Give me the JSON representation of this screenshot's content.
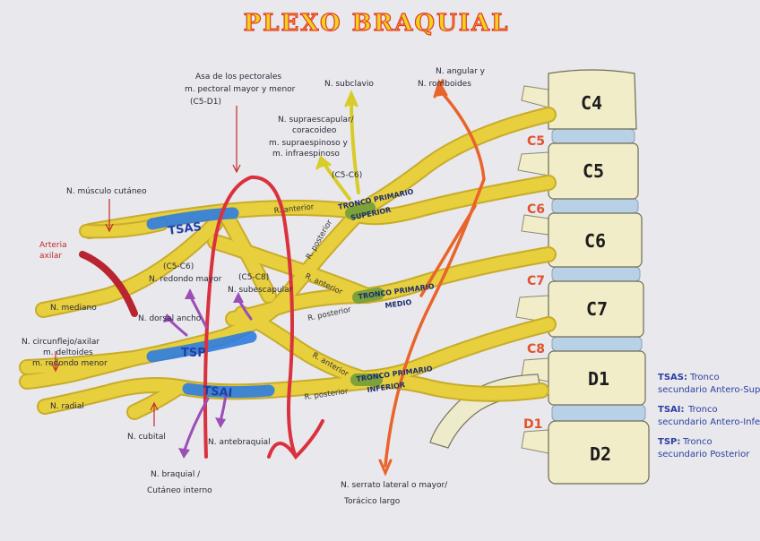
{
  "title": "PLEXO BRAQUIAL",
  "colors": {
    "paper": "#e9e8ec",
    "nerve": "#e7cf3e",
    "nerve_shade": "#c8ac2a",
    "posterior_cord": "#2e7ce0",
    "trunk_green": "#6a9a3a",
    "artery": "#d9323e",
    "orange_nerve": "#e9642b",
    "purple_nerve": "#9b4fb6",
    "vertebra": "#f1edc9",
    "disc": "#b9d1e6",
    "root_label": "#e0532d",
    "title_fill": "#f3d21d",
    "title_stroke": "#e23a2a"
  },
  "vertebrae": [
    "C4",
    "C5",
    "C6",
    "C7",
    "D1",
    "D2"
  ],
  "roots": [
    "C5",
    "C6",
    "C7",
    "C8",
    "D1"
  ],
  "trunks": {
    "superior": [
      "TRONCO PRIMARIO",
      "SUPERIOR"
    ],
    "medio": [
      "TRONCO PRIMARIO",
      "MEDIO"
    ],
    "inferior": [
      "TRONCO PRIMARIO",
      "INFERIOR"
    ]
  },
  "cords": {
    "tsas": "TSAS",
    "tsp": "TSP",
    "tsai": "TSAI"
  },
  "divisions": {
    "r_anterior": "R. anterior",
    "r_posterior": "R. posterior"
  },
  "labels": {
    "pectorales": [
      "Asa de los pectorales",
      "m. pectoral mayor y menor",
      "(C5-D1)"
    ],
    "subclavio": "N. subclavio",
    "angular": [
      "N. angular y",
      "N. romboides"
    ],
    "supraescapular": [
      "N. supraescapular/",
      "coracoideo",
      "m. supraespinoso y",
      "m. infraespinoso"
    ],
    "c5c6_a": "(C5-C6)",
    "musculo_cutaneo": "N. músculo cutáneo",
    "arteria": [
      "Arteria",
      "axilar"
    ],
    "redondo_mayor": [
      "(C5-C6)",
      "N. redondo mayor"
    ],
    "subescapular": [
      "(C5-C8)",
      "N. subescapular"
    ],
    "mediano": "N. mediano",
    "dorsal_ancho": "N. dorsal ancho",
    "circunflejo": [
      "N. circunflejo/axilar",
      "m. deltoides",
      "m. redondo menor"
    ],
    "radial": "N. radial",
    "cubital": "N. cubital",
    "antebraquial": "N. antebraquial",
    "braquial": [
      "N. braquial /",
      "Cutáneo interno"
    ],
    "serrato": [
      "N. serrato lateral o mayor/",
      "Torácico largo"
    ]
  },
  "legend": [
    {
      "abbr": "TSAS:",
      "lines": [
        "Tronco",
        "secundario Antero-Superior"
      ]
    },
    {
      "abbr": "TSAI:",
      "lines": [
        "Tronco",
        "secundario Antero-Inferior"
      ]
    },
    {
      "abbr": "TSP:",
      "lines": [
        "Tronco",
        "secundario Posterior"
      ]
    }
  ]
}
